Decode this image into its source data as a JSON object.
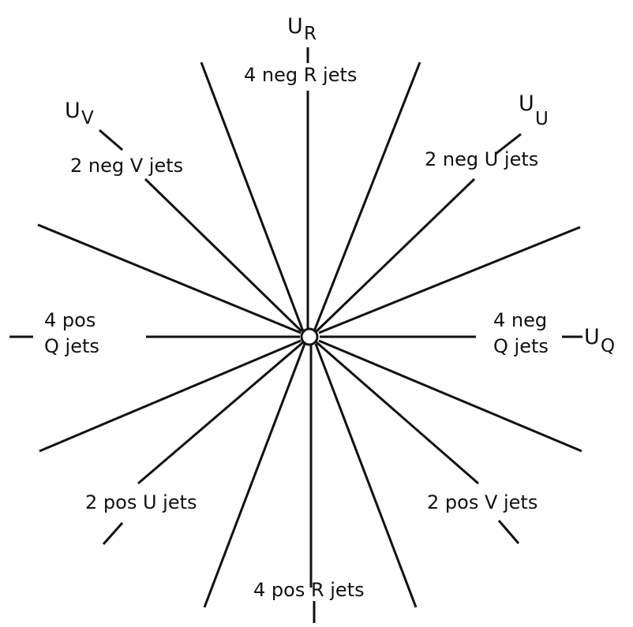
{
  "axes": {
    "r": {
      "main": "U",
      "sub": "R"
    },
    "v": {
      "main": "U",
      "sub": "V"
    },
    "u": {
      "main": "U",
      "sub": "U"
    },
    "q": {
      "main": "U",
      "sub": "Q"
    }
  },
  "labels": {
    "neg_r": "4 neg R jets",
    "neg_v": "2 neg V jets",
    "neg_u": "2 neg U jets",
    "pos_q_line1": "4 pos",
    "pos_q_line2": "Q jets",
    "neg_q_line1": "4 neg",
    "neg_q_line2": "Q jets",
    "pos_u": "2 pos U jets",
    "pos_v": "2 pos V jets",
    "pos_r": "4 pos R jets"
  },
  "colors": {
    "ink": "#111111",
    "background": "#ffffff"
  }
}
